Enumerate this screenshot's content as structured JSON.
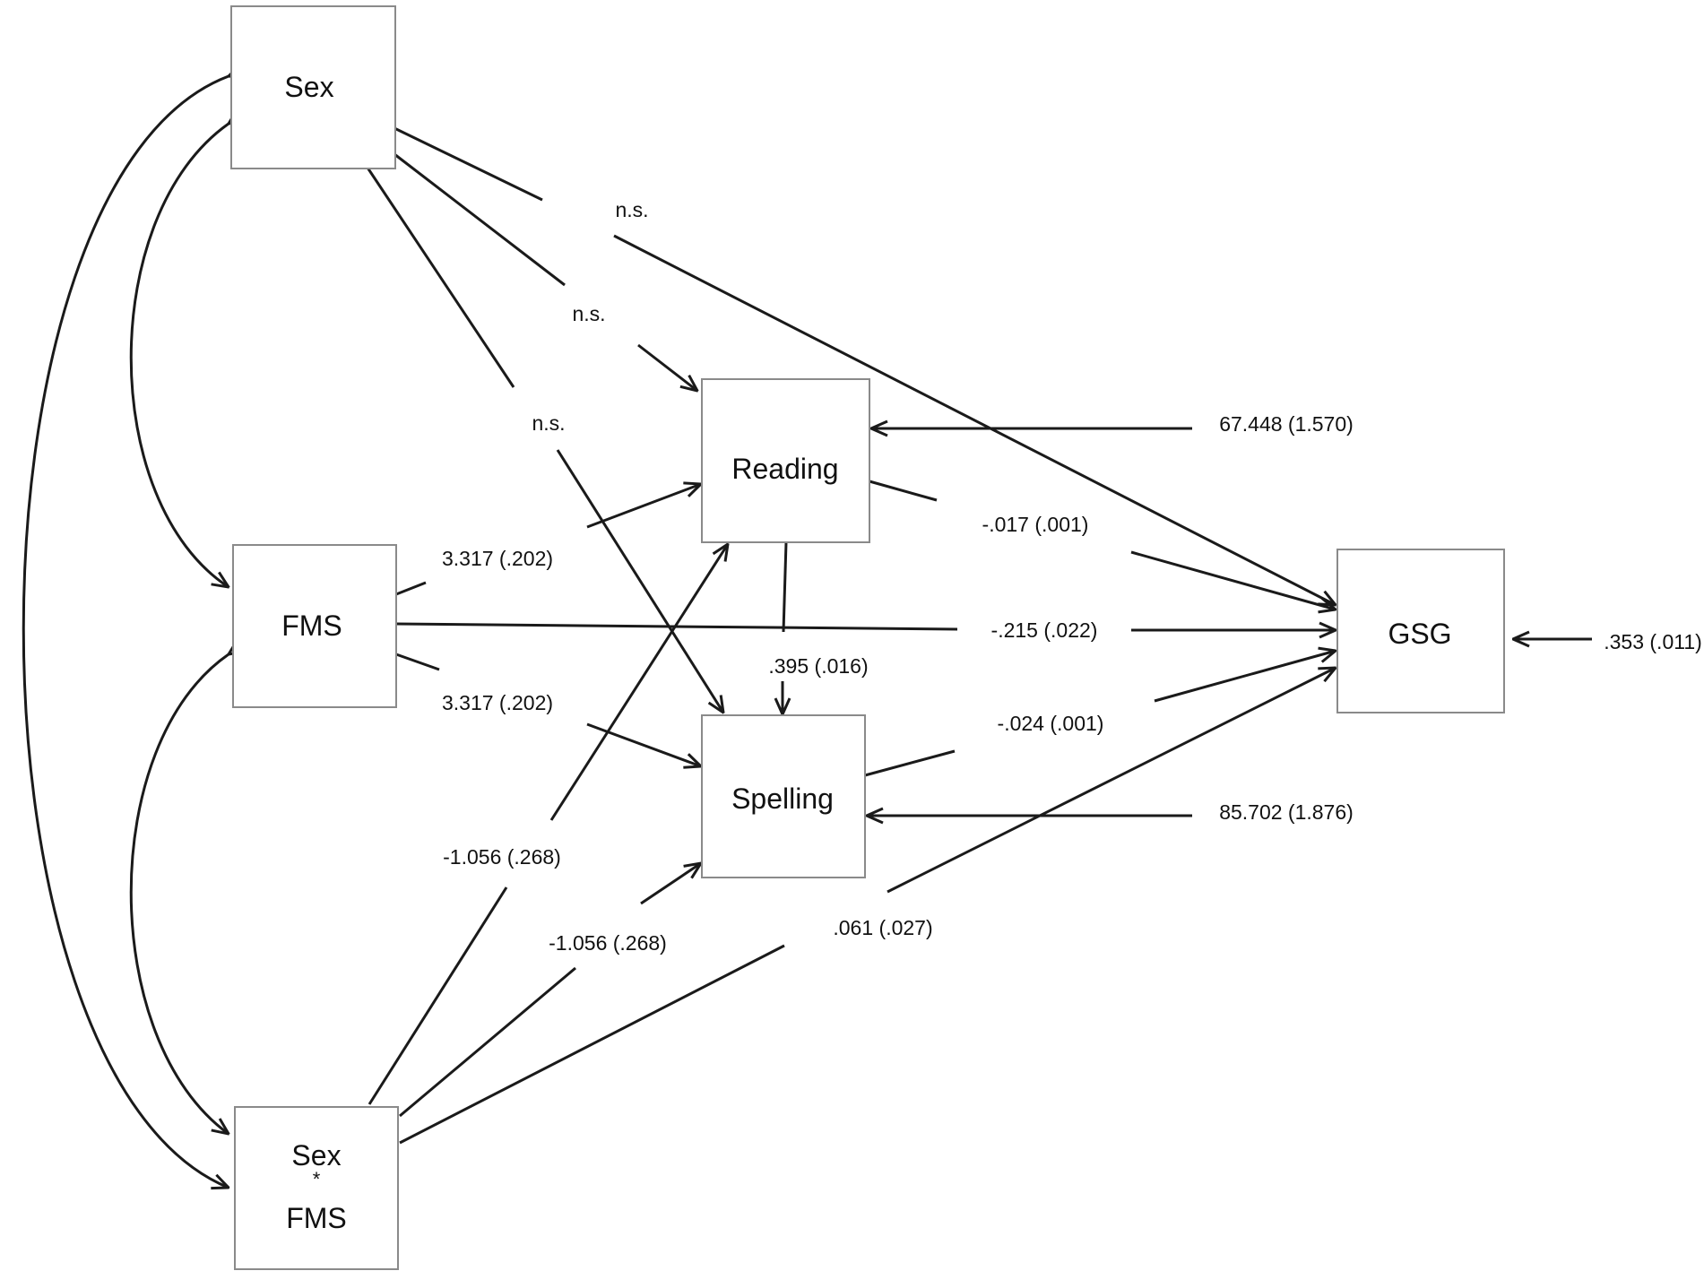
{
  "nodes": {
    "sex": "Sex",
    "fms": "FMS",
    "reading": "Reading",
    "spelling": "Spelling",
    "gsg": "GSG",
    "interaction": {
      "line1": "Sex",
      "symbol": "*",
      "line2": "FMS"
    }
  },
  "paths": {
    "sex_to_gsg": "n.s.",
    "sex_to_reading": "n.s.",
    "sex_to_spelling": "n.s.",
    "fms_to_reading": "3.317 (.202)",
    "fms_to_spelling": "3.317 (.202)",
    "fms_to_gsg": "-.215 (.022)",
    "reading_to_gsg": "-.017 (.001)",
    "reading_to_spelling": ".395 (.016)",
    "spelling_to_gsg": "-.024 (.001)",
    "interaction_to_reading": "-1.056 (.268)",
    "interaction_to_spelling": "-1.056 (.268)",
    "interaction_to_gsg": ".061 (.027)"
  },
  "residuals": {
    "reading": "67.448 (1.570)",
    "spelling": "85.702 (1.876)",
    "gsg": ".353 (.011)"
  }
}
